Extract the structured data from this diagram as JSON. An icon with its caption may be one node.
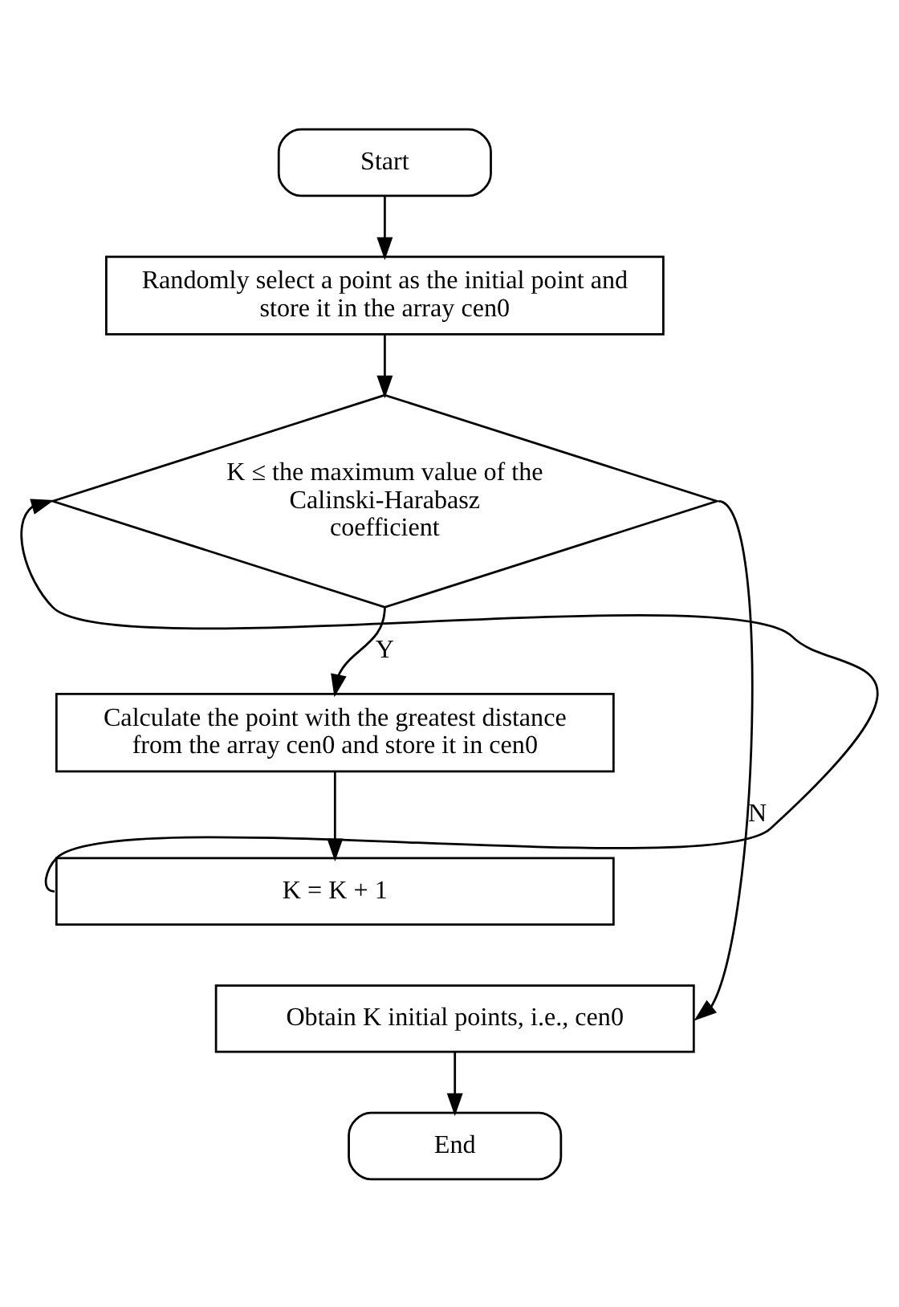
{
  "diagram": {
    "nodes": [
      {
        "text": [
          "Start"
        ]
      },
      {
        "text": [
          "Randomly select a point as the initial point and store it in the array cen0"
        ]
      },
      {
        "text": [
          "K ≤ the maximum value of the Calinski-Harabasz coefficient"
        ]
      },
      {
        "text": [
          "Calculate the point with the greatest distance from the array cen0 and store it in cen0"
        ]
      },
      {
        "text": [
          "K = K + 1"
        ]
      },
      {
        "text": [
          "Obtain K initial points, i.e., cen0"
        ]
      },
      {
        "text": [
          "End"
        ]
      }
    ],
    "edges": [
      {
        "from": 0,
        "to": 1,
        "arrow": "to"
      },
      {
        "from": 1,
        "to": 2,
        "arrow": "to"
      },
      {
        "from": 2,
        "to": 3,
        "arrow": "to",
        "label": "Y"
      },
      {
        "from": 3,
        "to": 4,
        "arrow": "to"
      },
      {
        "from": 4,
        "to": 2,
        "arrow": "to"
      },
      {
        "from": 2,
        "to": 5,
        "arrow": "to",
        "label": "N"
      },
      {
        "from": 5,
        "to": 6,
        "arrow": "to"
      }
    ]
  }
}
